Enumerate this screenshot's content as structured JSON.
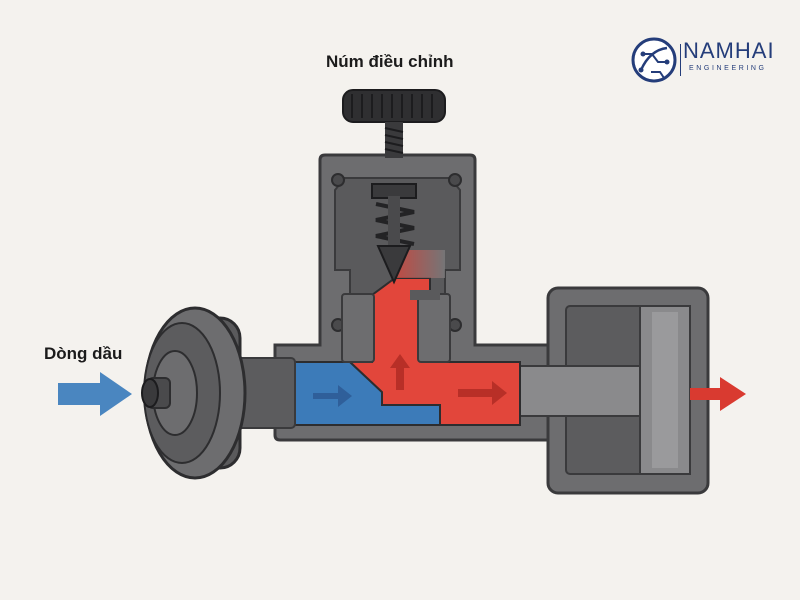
{
  "labels": {
    "knob": "Núm điều chỉnh",
    "inlet": "Dòng dầu"
  },
  "logo": {
    "name": "NAMHAI",
    "subtitle": "ENGINEERING",
    "icon": "circuit-globe-icon"
  },
  "colors": {
    "background": "#f4f2ee",
    "body_dark": "#5a5a5c",
    "body_mid": "#7e7e80",
    "inlet_oil": "#3c7bb9",
    "pressurized_oil": "#e2463b",
    "brand": "#243d7a"
  }
}
